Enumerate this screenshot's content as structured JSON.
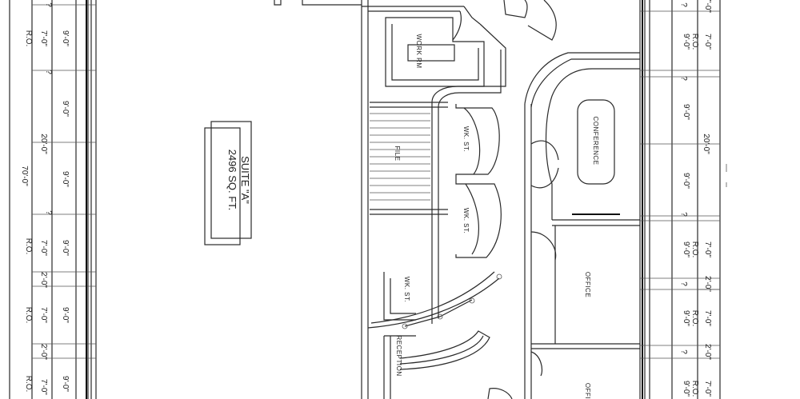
{
  "suite": {
    "line1": "SUITE \"A\"",
    "line2": "2496 SQ. FT."
  },
  "rooms": {
    "work_rm": "WORK RM",
    "conference": "CONFERENCE",
    "file": "FILE",
    "wk_st_1": "WK. ST.",
    "wk_st_2": "WK. ST.",
    "wk_st_3": "WK. ST.",
    "office_1": "OFFICE",
    "office_2": "OFFICE",
    "reception": "RECEPTION"
  },
  "left_wall": {
    "overall": "70'-0\"",
    "mid": "20'-0\"",
    "q": "?",
    "ro": "R.O.",
    "w_7": "7'-0\"",
    "w_9": "9'-0\"",
    "w_2": "2'-0\""
  },
  "right_wall": {
    "overall": "20'-0\"",
    "q": "?",
    "ro": "R.O.",
    "w_7": "7'-0\"",
    "w_9": "9'-0\"",
    "w_2": "2'-0\""
  }
}
